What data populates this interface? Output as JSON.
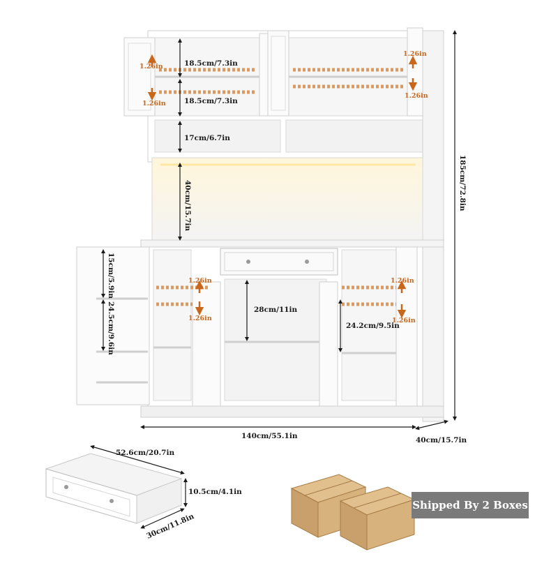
{
  "cabinet": {
    "height_label": "185cm/72.8in",
    "width_label": "140cm/55.1in",
    "depth_label": "40cm/15.7in"
  },
  "upper": {
    "shelf_top_label": "18.5cm/7.3in",
    "shelf_bottom_label": "18.5cm/7.3in",
    "open_shelf_label": "17cm/6.7in",
    "hutch_label": "40cm/15.7in",
    "adjust_label": "1.26in"
  },
  "lower": {
    "left_top_label": "15cm/5.9in",
    "left_bottom_label": "24.5cm/9.6in",
    "center_label": "28cm/11in",
    "right_label": "24.2cm/9.5in",
    "adjust_label": "1.26in"
  },
  "drawer": {
    "width_label": "52.6cm/20.7in",
    "height_label": "10.5cm/4.1in",
    "depth_label": "30cm/11.8in"
  },
  "shipping": {
    "banner_text": "Shipped By 2 Boxes"
  },
  "colors": {
    "accent": "#c8661c",
    "cabinet": "#ffffff",
    "cabinet_edge": "#cfcfcf",
    "box": "#c9a06b",
    "banner": "#7a7a7a"
  }
}
